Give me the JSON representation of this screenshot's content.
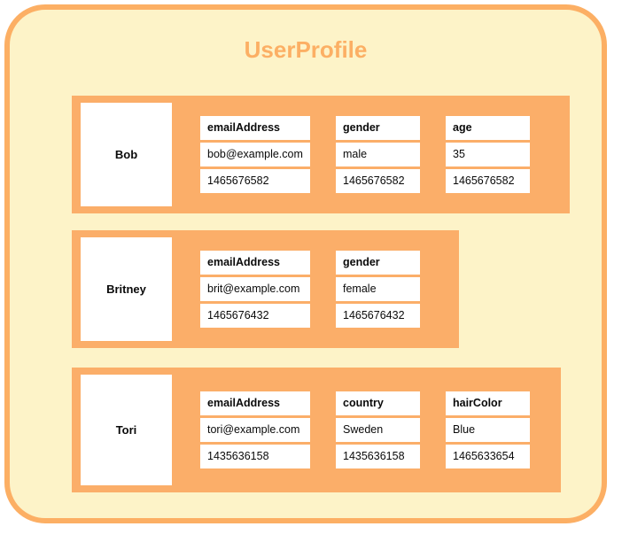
{
  "card": {
    "title": "UserProfile",
    "accent_color": "#fcaf64",
    "band_color": "#fbae69",
    "background_color": "#fdf3c8",
    "cell_background": "#ffffff"
  },
  "records": [
    {
      "name": "Bob",
      "columns": [
        {
          "key": "emailAddress",
          "value": "bob@example.com",
          "timestamp": "1465676582",
          "width": "wide"
        },
        {
          "key": "gender",
          "value": "male",
          "timestamp": "1465676582",
          "width": "narrow"
        },
        {
          "key": "age",
          "value": "35",
          "timestamp": "1465676582",
          "width": "narrow"
        }
      ]
    },
    {
      "name": "Britney",
      "columns": [
        {
          "key": "emailAddress",
          "value": "brit@example.com",
          "timestamp": "1465676432",
          "width": "wide"
        },
        {
          "key": "gender",
          "value": "female",
          "timestamp": "1465676432",
          "width": "narrow"
        }
      ]
    },
    {
      "name": "Tori",
      "columns": [
        {
          "key": "emailAddress",
          "value": "tori@example.com",
          "timestamp": "1435636158",
          "width": "wide"
        },
        {
          "key": "country",
          "value": "Sweden",
          "timestamp": "1435636158",
          "width": "narrow"
        },
        {
          "key": "hairColor",
          "value": "Blue",
          "timestamp": "1465633654",
          "width": "narrow"
        }
      ]
    }
  ]
}
